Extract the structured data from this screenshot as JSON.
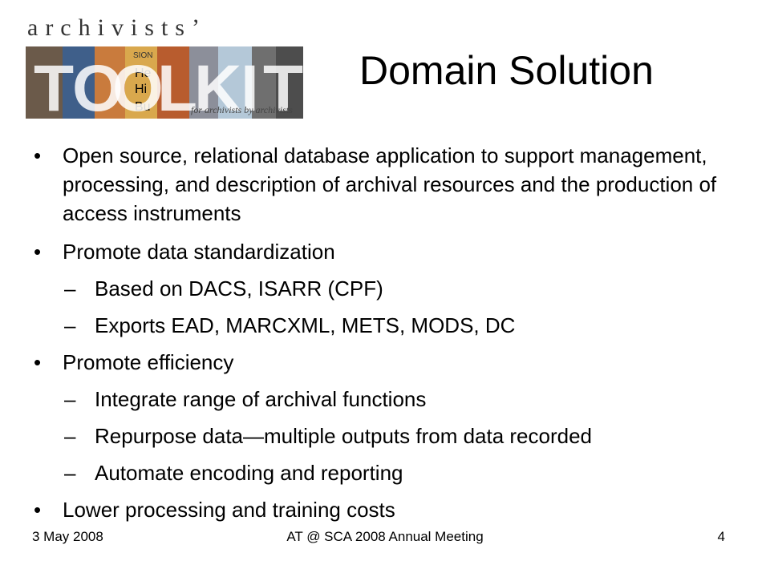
{
  "logo": {
    "top_text": "archivists’",
    "block_letters": [
      "T",
      "O",
      "O",
      "L",
      "K",
      "I",
      "T"
    ],
    "strip_text_1": "SION",
    "strip_text_2": "He",
    "strip_text_3": "Hi",
    "strip_text_4": "Bu",
    "tagline": "for archivists by archivists"
  },
  "slide": {
    "title": "Domain Solution",
    "bullets": [
      {
        "level": 1,
        "mark": "•",
        "text": "Open source, relational database application to support management, processing, and description of archival resources and the production of access instruments"
      },
      {
        "level": 1,
        "mark": "•",
        "text": "Promote data standardization"
      },
      {
        "level": 2,
        "mark": "–",
        "text": "Based on DACS, ISARR (CPF)"
      },
      {
        "level": 2,
        "mark": "–",
        "text": "Exports EAD, MARCXML, METS, MODS, DC"
      },
      {
        "level": 1,
        "mark": "•",
        "text": "Promote efficiency"
      },
      {
        "level": 2,
        "mark": "–",
        "text": "Integrate range of archival functions"
      },
      {
        "level": 2,
        "mark": "–",
        "text": "Repurpose data—multiple outputs from data recorded"
      },
      {
        "level": 2,
        "mark": "–",
        "text": "Automate encoding and reporting"
      },
      {
        "level": 1,
        "mark": "•",
        "text": "Lower processing and training costs"
      }
    ]
  },
  "footer": {
    "date": "3 May 2008",
    "event": "AT @ SCA 2008 Annual Meeting",
    "page": "4"
  }
}
